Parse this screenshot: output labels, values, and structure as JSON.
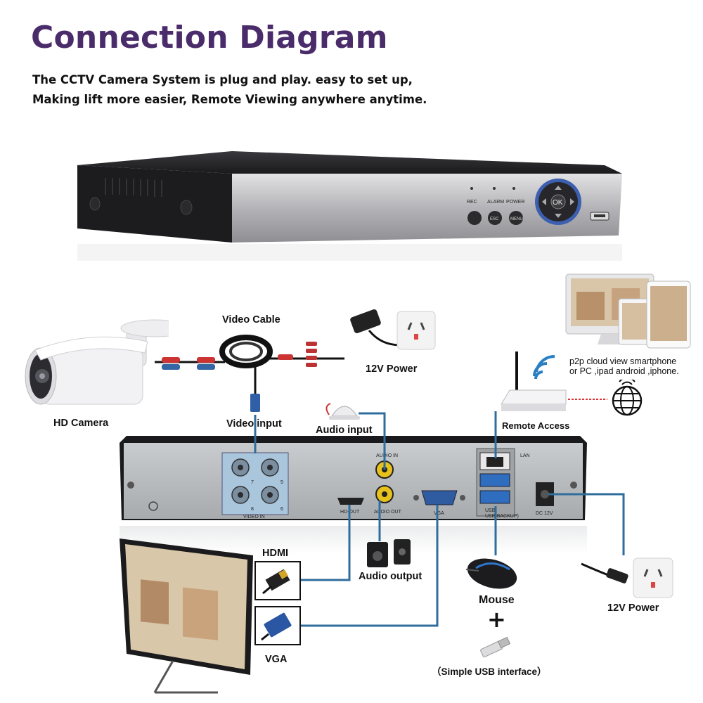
{
  "title": "Connection Diagram",
  "subtitle_lines": [
    "The CCTV Camera System is plug and play. easy to set up,",
    "Making lift more easier, Remote Viewing anywhere anytime."
  ],
  "dvr_front": {
    "indicators": [
      "REC",
      "ALARM",
      "POWER"
    ],
    "buttons": [
      "ESC",
      "MENU"
    ],
    "ok_label": "OK"
  },
  "rear_panel": {
    "video_in": "VIDEO IN",
    "channels": [
      "7",
      "5",
      "8",
      "6"
    ],
    "hdout": "HD-OUT",
    "audio_in": "AUDIO IN",
    "audio_out": "AUDIO OUT",
    "vga": "VGA",
    "lan": "LAN",
    "usb_lines": [
      "USB",
      "USB(BACKUP)"
    ],
    "dc": "DC 12V"
  },
  "labels": {
    "video_cable": "Video Cable",
    "power_top": "12V Power",
    "hd_camera": "HD Camera",
    "video_input": "Video input",
    "audio_input": "Audio input",
    "remote_access": "Remote Access",
    "p2p_line1": "p2p cloud view smartphone",
    "p2p_line2": "or PC ,ipad android ,iphone.",
    "hdmi": "HDMI",
    "audio_output": "Audio output",
    "vga": "VGA",
    "mouse": "Mouse",
    "plus": "+",
    "usb_interface": "（Simple USB interface）",
    "power_bottom": "12V Power"
  },
  "colors": {
    "title": "#4a2c6b",
    "cable": "#2f6d9c",
    "dvr_body": "#1f1f22",
    "front_panel": "#b9b9bd",
    "rear_panel": "#b6b9bb",
    "bnc_blue": "#7da9c9"
  }
}
